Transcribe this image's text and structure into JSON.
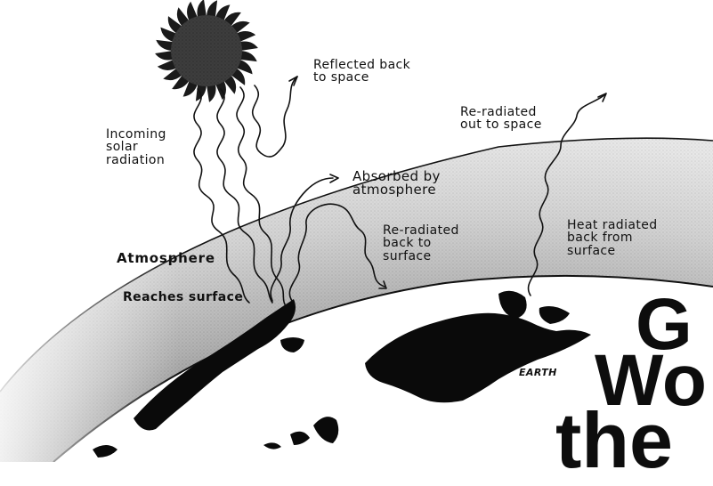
{
  "labels": {
    "incoming": "Incoming\nsolar\nradiation",
    "reflected": "Reflected back\nto space",
    "reradiated_space": "Re-radiated\nout to space",
    "absorbed": "Absorbed by\natmosphere",
    "reradiated_surface": "Re-radiated\nback to\nsurface",
    "heat_radiated": "Heat radiated\nback from\nsurface",
    "atmosphere": "Atmosphere",
    "reaches_surface": "Reaches surface",
    "earth": "EARTH"
  },
  "title": {
    "line1": "G",
    "line2": "Wo",
    "line3": "the"
  },
  "colors": {
    "ink": "#111111",
    "atmosphere_shade": "#9a9a9a",
    "land": "#0a0a0a"
  }
}
